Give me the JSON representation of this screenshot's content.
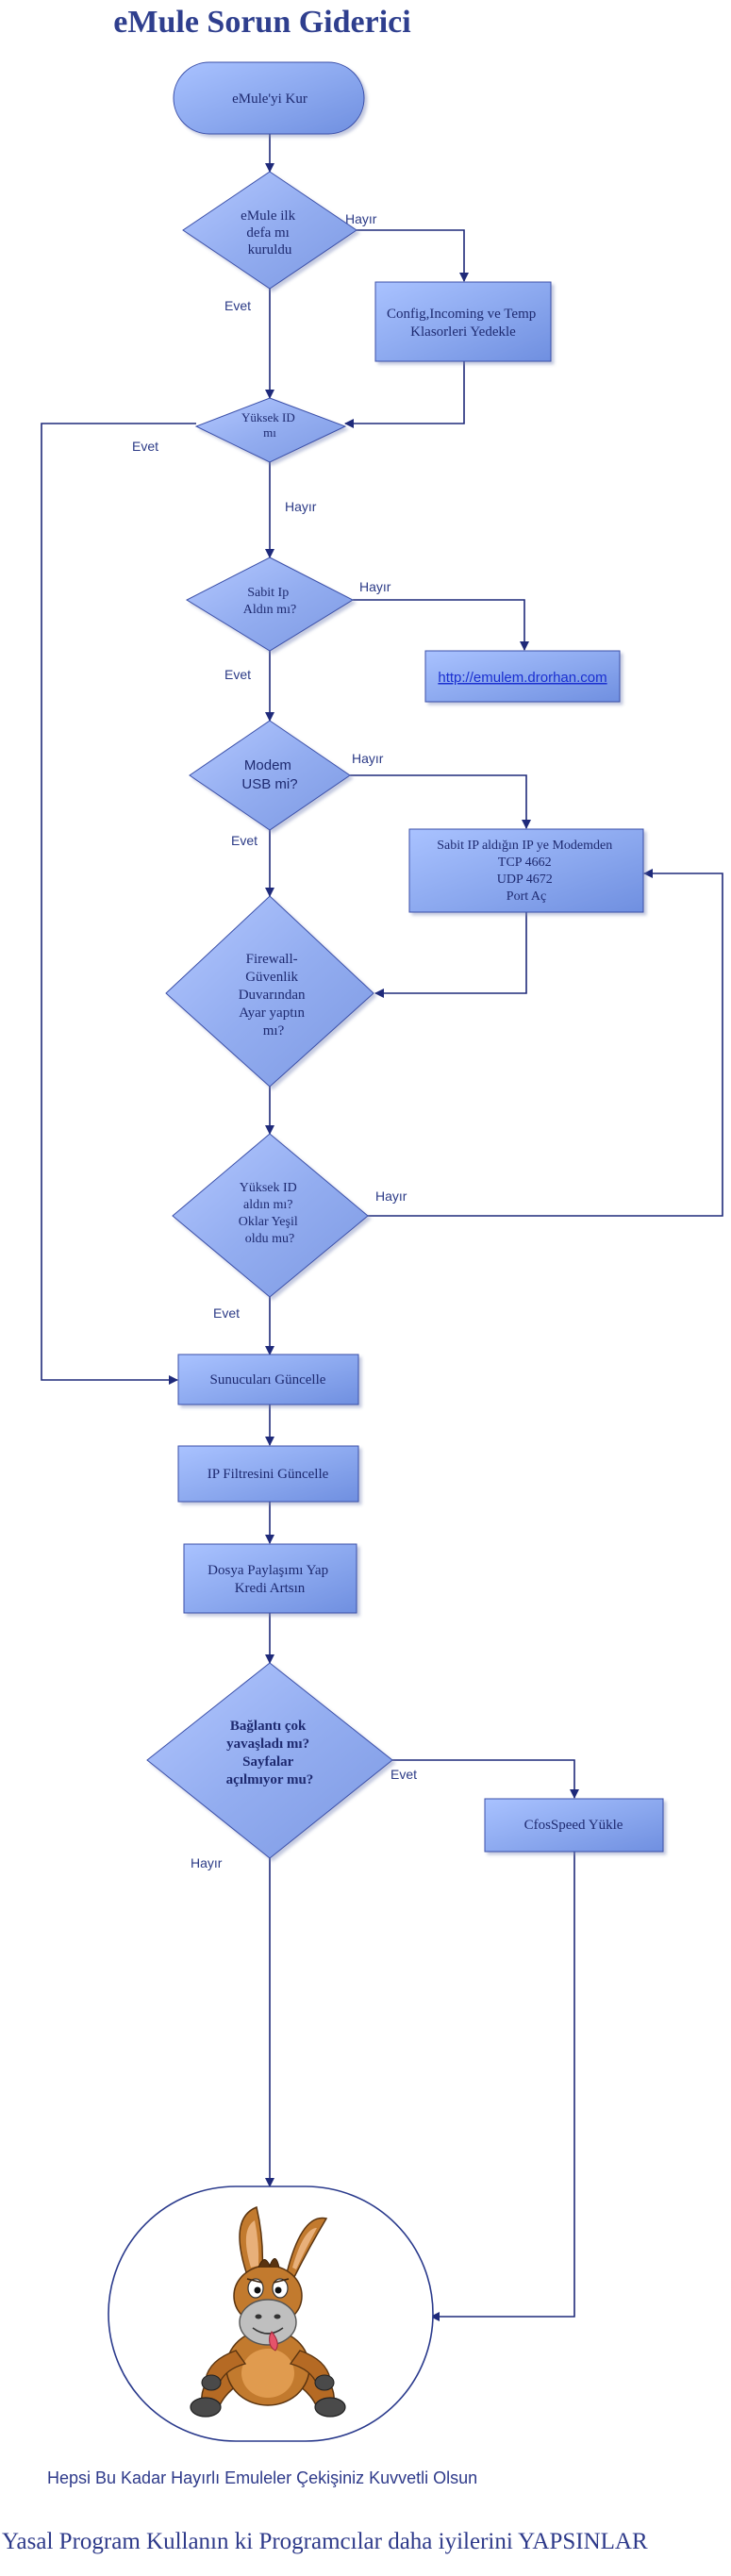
{
  "title": "eMule Sorun Giderici",
  "nodes": {
    "start": "eMule'yi Kur",
    "first_time": [
      "eMule ilk",
      "defa mı",
      "kuruldu"
    ],
    "backup": [
      "Config,Incoming ve Temp",
      "Klasorleri Yedekle"
    ],
    "high_id": [
      "Yüksek ID",
      "mı"
    ],
    "static_ip": [
      "Sabit Ip",
      "Aldın mı?"
    ],
    "link": "http://emulem.drorhan.com",
    "modem_usb": [
      "Modem",
      "USB mi?"
    ],
    "port_open": [
      "Sabit IP aldığın IP ye Modemden",
      "TCP 4662",
      "UDP 4672",
      "Port Aç"
    ],
    "firewall": [
      "Firewall-",
      "Güvenlik",
      "Duvarından",
      "Ayar yaptın",
      "mı?"
    ],
    "high_id_green": [
      "Yüksek ID",
      "aldın mı?",
      "Oklar Yeşil",
      "oldu mu?"
    ],
    "servers": "Sunucuları Güncelle",
    "ipfilter": "IP Filtresini Güncelle",
    "share": [
      "Dosya Paylaşımı Yap",
      "Kredi Artsın"
    ],
    "slow": [
      "Bağlantı çok",
      "yavaşladı mı?",
      "Sayfalar",
      "açılmıyor mu?"
    ],
    "cfos": "CfosSpeed Yükle"
  },
  "labels": {
    "yes": "Evet",
    "no": "Hayır"
  },
  "footer": {
    "line1": "Hepsi Bu Kadar Hayırlı Emuleler Çekişiniz Kuvvetli Olsun",
    "line2": "Yasal Program Kullanın ki Programcılar daha iyilerini YAPSINLAR"
  }
}
